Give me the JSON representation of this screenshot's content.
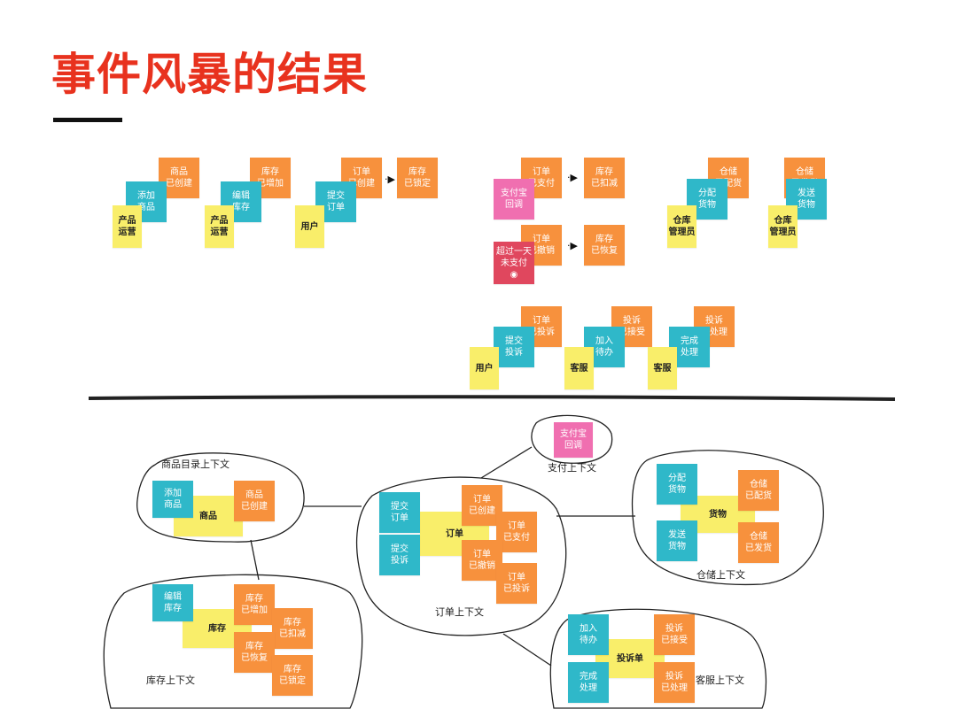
{
  "title": "事件风暴的结果",
  "top": {
    "notes": [
      "商品\n已创建",
      "添加\n商品",
      "产品\n运营",
      "库存\n已增加",
      "编辑\n库存",
      "产品\n运营",
      "订单\n已创建",
      "提交\n订单",
      "用户",
      "库存\n已锁定",
      "订单\n已支付",
      "支付宝\n回调",
      "库存\n已扣减",
      "订单\n已撤销",
      "超过一天\n未支付\n◉",
      "库存\n已恢复",
      "仓储\n已配货",
      "分配\n货物",
      "仓库\n管理员",
      "仓储\n已发货",
      "发送\n货物",
      "仓库\n管理员",
      "订单\n已投诉",
      "提交\n投诉",
      "用户",
      "投诉\n已接受",
      "加入\n待办",
      "客服",
      "投诉\n已处理",
      "完成\n处理",
      "客服"
    ],
    "arrow": "·▶"
  },
  "bottom": {
    "contexts": {
      "catalog": {
        "label": "商品目录上下文",
        "notes": [
          "添加\n商品",
          "商品",
          "商品\n已创建"
        ]
      },
      "inventory": {
        "label": "库存上下文",
        "notes": [
          "编辑\n库存",
          "库存",
          "库存\n已增加",
          "库存\n已扣减",
          "库存\n已恢复",
          "库存\n已锁定"
        ]
      },
      "order": {
        "label": "订单上下文",
        "notes": [
          "提交\n订单",
          "提交\n投诉",
          "订单",
          "订单\n已创建",
          "订单\n已支付",
          "订单\n已撤销",
          "订单\n已投诉"
        ]
      },
      "payment": {
        "label": "支付上下文",
        "notes": [
          "支付宝\n回调"
        ]
      },
      "warehouse": {
        "label": "仓储上下文",
        "notes": [
          "分配\n货物",
          "发送\n货物",
          "货物",
          "仓储\n已配货",
          "仓储\n已发货"
        ]
      },
      "service": {
        "label": "客服上下文",
        "notes": [
          "加入\n待办",
          "完成\n处理",
          "投诉单",
          "投诉\n已接受",
          "投诉\n已处理"
        ]
      }
    }
  },
  "colors": {
    "title": "#e8321e",
    "event": "#f7913d",
    "command": "#2fb8c9",
    "actor": "#f9ee6a",
    "external": "#f06fb0",
    "timer": "#e0475e"
  }
}
